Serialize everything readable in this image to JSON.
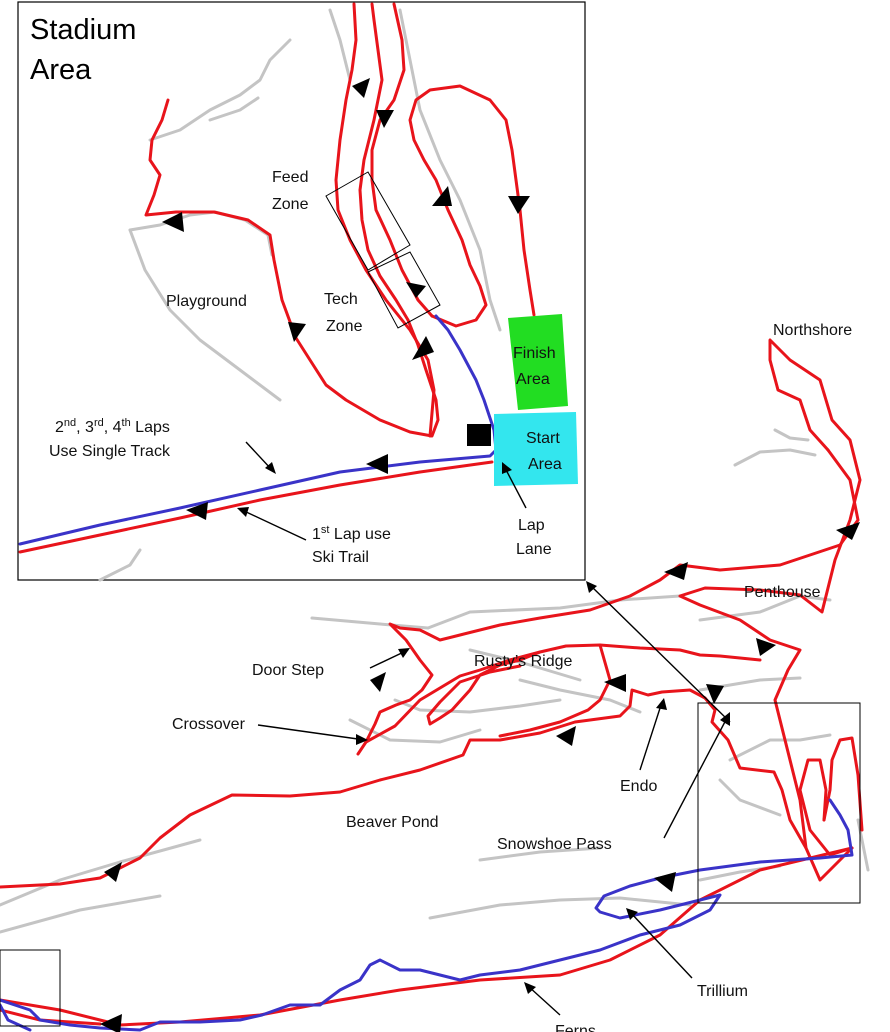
{
  "inset": {
    "title_line1": "Stadium",
    "title_line2": "Area",
    "feed_zone": [
      "Feed",
      "Zone"
    ],
    "tech_zone": [
      "Tech",
      "Zone"
    ],
    "playground": "Playground",
    "finish_area": [
      "Finish",
      "Area"
    ],
    "start_area": [
      "Start",
      "Area"
    ],
    "laps_note": {
      "line1": {
        "n2": "2",
        "s2": "nd",
        "sep1": ", 3",
        "s3": "rd",
        "sep2": ", 4",
        "s4": "th",
        "rest": " Laps"
      },
      "line2": "Use Single Track"
    },
    "first_lap": {
      "n": "1",
      "s": "st",
      "rest": " Lap use",
      "line2": "Ski Trail"
    },
    "lap_lane": [
      "Lap",
      "Lane"
    ]
  },
  "labels": {
    "northshore": "Northshore",
    "penthouse": "Penthouse",
    "door_step": "Door Step",
    "rustys_ridge": "Rusty’s Ridge",
    "crossover": "Crossover",
    "endo": "Endo",
    "beaver_pond": "Beaver Pond",
    "snowshoe_pass": "Snowshoe Pass",
    "trillium": "Trillium",
    "ferns": "Ferns"
  },
  "colors": {
    "first_lap_route": "#e8141b",
    "laps_2_to_4_route": "#3a33c8",
    "trails": "#c4c4c4",
    "finish_area": "#22dd22",
    "start_area": "#33e6ee"
  }
}
